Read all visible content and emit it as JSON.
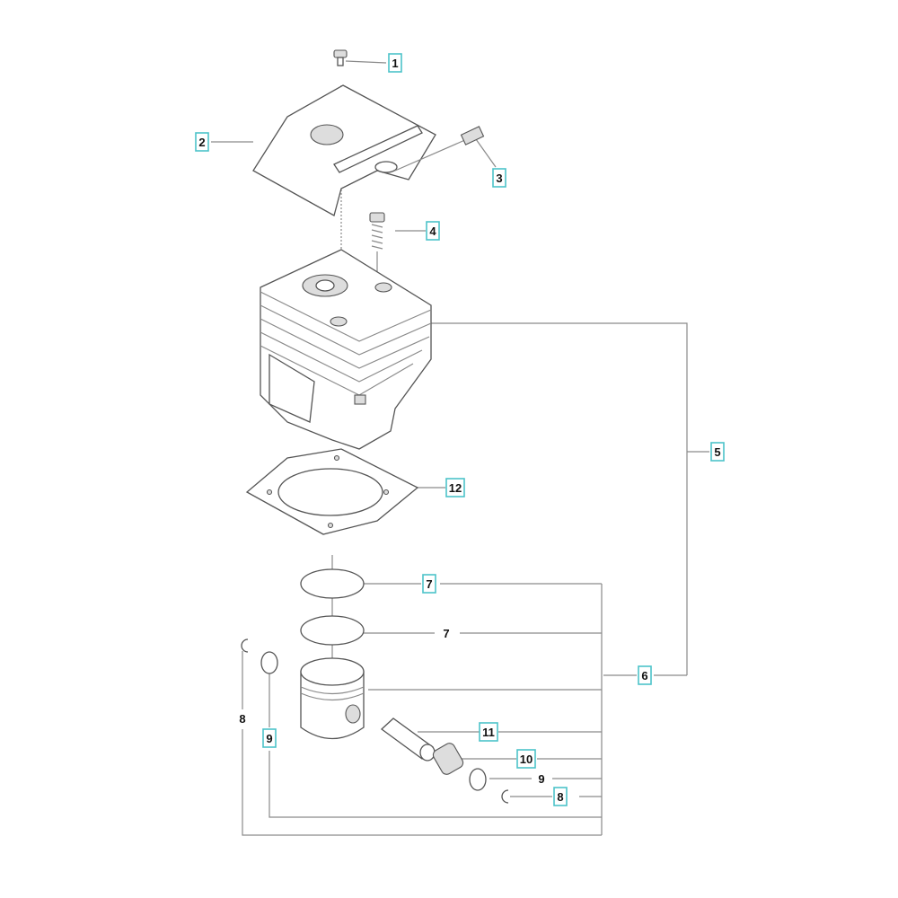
{
  "diagram": {
    "callouts": [
      {
        "id": "1",
        "boxed": true
      },
      {
        "id": "2",
        "boxed": true
      },
      {
        "id": "3",
        "boxed": true
      },
      {
        "id": "4",
        "boxed": true
      },
      {
        "id": "5",
        "boxed": true
      },
      {
        "id": "6",
        "boxed": true
      },
      {
        "id": "7",
        "boxed": true
      },
      {
        "id": "7",
        "boxed": false
      },
      {
        "id": "8",
        "boxed": false
      },
      {
        "id": "9",
        "boxed": true
      },
      {
        "id": "11",
        "boxed": true
      },
      {
        "id": "10",
        "boxed": true
      },
      {
        "id": "9",
        "boxed": false
      },
      {
        "id": "8",
        "boxed": true
      },
      {
        "id": "12",
        "boxed": true
      }
    ],
    "colors": {
      "callout_box": "#4cc3c9",
      "lines": "#8a8a8a"
    }
  }
}
